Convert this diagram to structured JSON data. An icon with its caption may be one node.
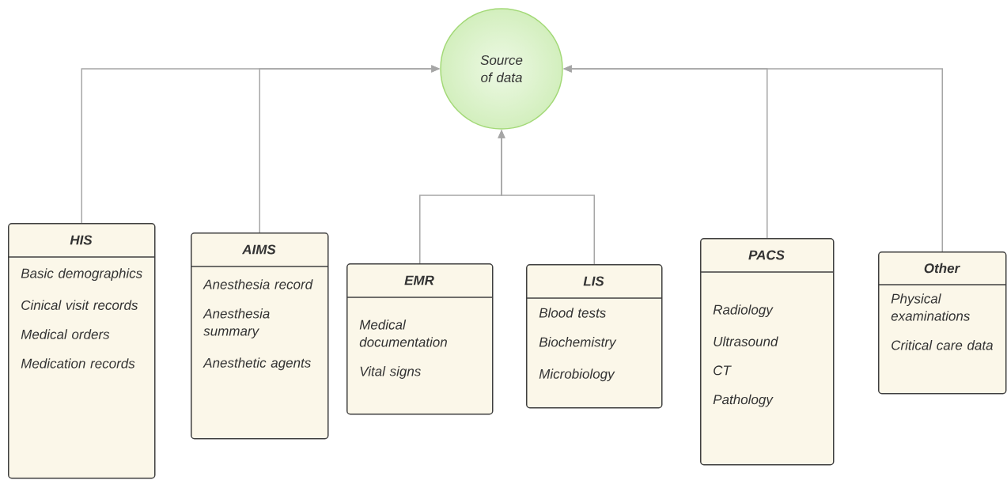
{
  "diagram": {
    "nodes": [
      {
        "text": [
          "Source of data"
        ]
      },
      {
        "text": [
          "HIS",
          "Basic demographics",
          "Cinical visit records",
          "Medical orders",
          "Medication records"
        ]
      },
      {
        "text": [
          "AIMS",
          "Anesthesia record",
          "Anesthesia summary",
          "Anesthetic agents"
        ]
      },
      {
        "text": [
          "EMR",
          "Medical documentation",
          "Vital signs"
        ]
      },
      {
        "text": [
          "LIS",
          "Blood tests",
          "Biochemistry",
          "Microbiology"
        ]
      },
      {
        "text": [
          "PACS",
          "Radiology",
          "Ultrasound",
          "CT",
          "Pathology"
        ]
      },
      {
        "text": [
          "Other",
          "Physical examinations",
          "Critical care data"
        ]
      }
    ],
    "edges": [
      {
        "from": 1,
        "to": 0,
        "arrow": "to"
      },
      {
        "from": 2,
        "to": 0,
        "arrow": "to"
      },
      {
        "from": 3,
        "to": 0,
        "arrow": "to"
      },
      {
        "from": 4,
        "to": 0,
        "arrow": "to"
      },
      {
        "from": 5,
        "to": 0,
        "arrow": "to"
      },
      {
        "from": 6,
        "to": 0,
        "arrow": "to"
      }
    ]
  }
}
